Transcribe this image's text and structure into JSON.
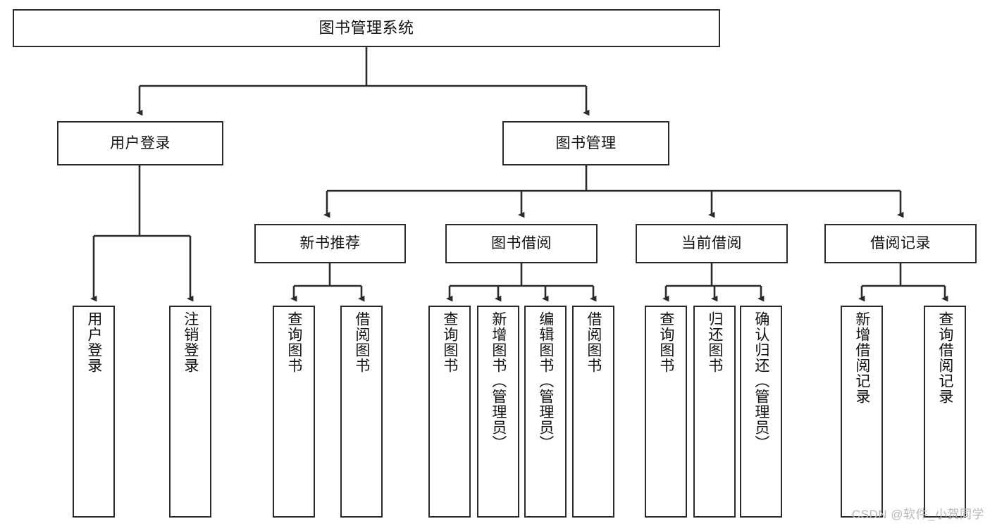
{
  "diagram": {
    "type": "tree-hierarchy-chart",
    "title": "图书管理系统",
    "orientation": "top-down",
    "colors": {
      "box_border": "#2b2b2b",
      "box_fill": "#ffffff",
      "connector": "#2b2b2b",
      "text": "#111111",
      "watermark": "#b9b9b9"
    },
    "root": {
      "label": "图书管理系统"
    },
    "level2": [
      {
        "id": "user-login",
        "label": "用户登录"
      },
      {
        "id": "book-management",
        "label": "图书管理"
      }
    ],
    "level3": [
      {
        "id": "new-book-recommend",
        "label": "新书推荐",
        "parent": "book-management"
      },
      {
        "id": "book-borrow",
        "label": "图书借阅",
        "parent": "book-management"
      },
      {
        "id": "current-borrow",
        "label": "当前借阅",
        "parent": "book-management"
      },
      {
        "id": "borrow-record",
        "label": "借阅记录",
        "parent": "book-management"
      }
    ],
    "leaves": {
      "user-login": [
        {
          "id": "leaf-user-login",
          "label": "用户登录"
        },
        {
          "id": "leaf-user-logout",
          "label": "注销登录"
        }
      ],
      "new-book-recommend": [
        {
          "id": "leaf-query-book-1",
          "label": "查询图书"
        },
        {
          "id": "leaf-borrow-book-1",
          "label": "借阅图书"
        }
      ],
      "book-borrow": [
        {
          "id": "leaf-query-book-2",
          "label": "查询图书"
        },
        {
          "id": "leaf-add-book",
          "label": "新增图书（管理员）"
        },
        {
          "id": "leaf-edit-book",
          "label": "编辑图书（管理员）"
        },
        {
          "id": "leaf-borrow-book-2",
          "label": "借阅图书"
        }
      ],
      "current-borrow": [
        {
          "id": "leaf-query-book-3",
          "label": "查询图书"
        },
        {
          "id": "leaf-return-book",
          "label": "归还图书"
        },
        {
          "id": "leaf-confirm-return",
          "label": "确认归还（管理员）"
        }
      ],
      "borrow-record": [
        {
          "id": "leaf-add-record",
          "label": "新增借阅记录"
        },
        {
          "id": "leaf-query-record",
          "label": "查询借阅记录"
        }
      ]
    }
  },
  "watermark": {
    "text": "CSDN @软件_小贺同学"
  }
}
